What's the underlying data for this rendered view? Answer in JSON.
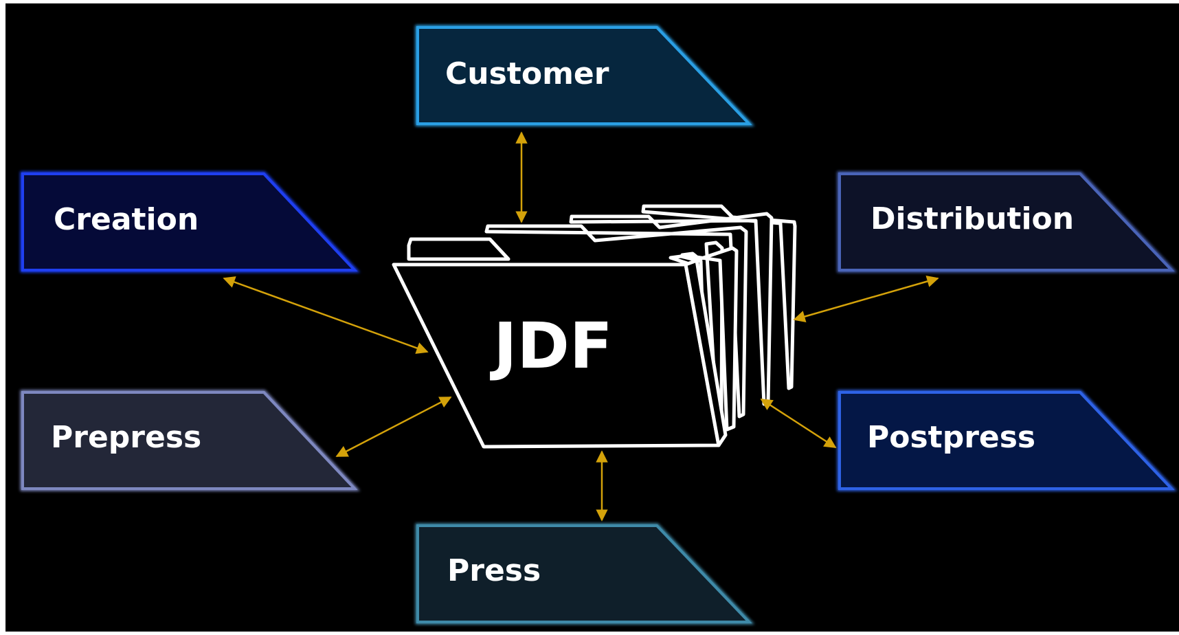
{
  "diagram": {
    "center": {
      "label": "JDF"
    },
    "nodes": [
      {
        "id": "customer",
        "label": "Customer",
        "fill": "#06263e",
        "edge": "#2a9fe4"
      },
      {
        "id": "creation",
        "label": "Creation",
        "fill": "#050a38",
        "edge": "#1f3ff0"
      },
      {
        "id": "distribution",
        "label": "Distribution",
        "fill": "#0d1228",
        "edge": "#4a64b8"
      },
      {
        "id": "prepress",
        "label": "Prepress",
        "fill": "#232738",
        "edge": "#7e88c0"
      },
      {
        "id": "postpress",
        "label": "Postpress",
        "fill": "#041746",
        "edge": "#2e62e6"
      },
      {
        "id": "press",
        "label": "Press",
        "fill": "#0f1f2a",
        "edge": "#3f8aa8"
      }
    ],
    "colors": {
      "background": "#000000",
      "arrow": "#d4a20a",
      "folder_outline": "#ffffff"
    }
  }
}
